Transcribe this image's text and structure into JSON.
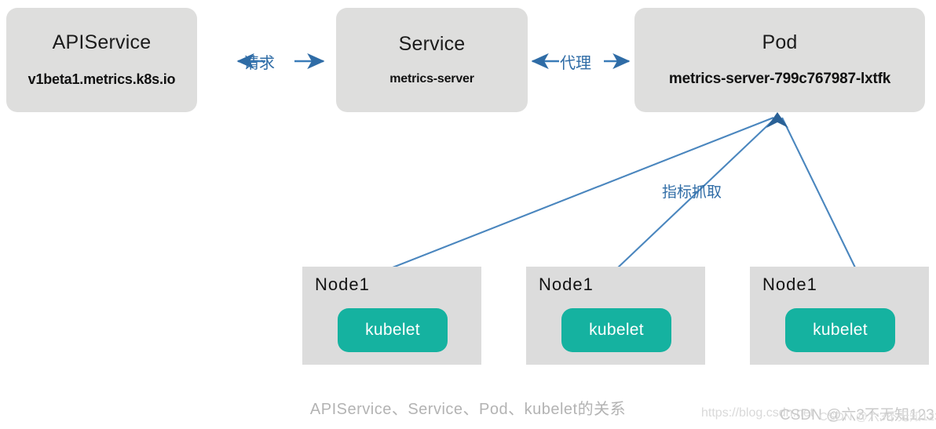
{
  "diagram": {
    "caption": "APIService、Service、Pod、kubelet的关系",
    "accent_color": "#2f6ca6",
    "box_color": "#dededd",
    "kubelet_color": "#15b2a0",
    "background_color": "#ffffff"
  },
  "top_row": {
    "boxes": [
      {
        "title": "APIService",
        "subtitle": "v1beta1.metrics.k8s.io"
      },
      {
        "title": "Service",
        "subtitle": "metrics-server"
      },
      {
        "title": "Pod",
        "subtitle": "metrics-server-799c767987-lxtfk"
      }
    ]
  },
  "connectors": {
    "request_label": "请求",
    "proxy_label": "代理",
    "scrape_label": "指标抓取"
  },
  "workers": [
    {
      "title": "Node1",
      "component": "kubelet"
    },
    {
      "title": "Node1",
      "component": "kubelet"
    },
    {
      "title": "Node1",
      "component": "kubelet"
    }
  ],
  "watermark": {
    "url": "https://blog.csdn.net",
    "handle": "CSDN @六3不无知123",
    "ghost": "CSDN @六3不无知123"
  }
}
